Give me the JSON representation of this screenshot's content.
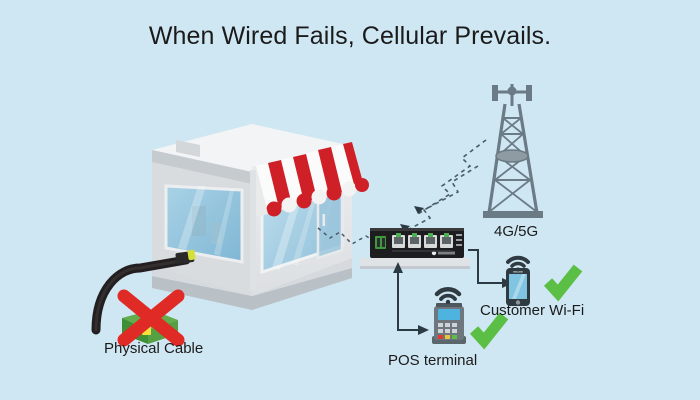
{
  "page": {
    "title": "When Wired Fails, Cellular Prevails.",
    "background_color": "#cfe7f3"
  },
  "labels": {
    "physical_cable": "Physical Cable",
    "tower": "4G/5G",
    "customer_wifi": "Customer Wi-Fi",
    "pos_terminal": "POS terminal"
  },
  "icons": {
    "storefront": "storefront-icon",
    "awning": "striped-awning-icon",
    "cell_tower": "cell-tower-icon",
    "router": "cellular-router-icon",
    "smartphone": "smartphone-icon",
    "pos_device": "pos-card-reader-icon",
    "cross_mark": "red-x-icon",
    "check_mark_wifi": "green-check-icon",
    "check_mark_pos": "green-check-icon",
    "wifi_waves_phone": "wifi-signal-icon",
    "wifi_waves_pos": "wifi-signal-icon",
    "cable": "ethernet-cable-icon",
    "cable_box": "cable-junction-box-icon",
    "signal_tower_to_router": "dashed-signal-link-icon",
    "signal_store_to_router": "dashed-signal-link-icon",
    "arrow_router_to_pos": "arrow-up-icon",
    "arrow_router_to_phone": "arrow-right-icon"
  },
  "colors": {
    "background": "#cfe7f3",
    "awning_red": "#cf2027",
    "awning_white": "#ffffff",
    "building_wall": "#e3e5e7",
    "building_shadow": "#c9ced3",
    "glass": "#a8d4e6",
    "router_body": "#1d1d1f",
    "tower_gray": "#6b7b85",
    "check_green": "#5cbf45",
    "x_red": "#e02a26",
    "cable_black": "#231f20",
    "connector_yellow": "#d4e03a",
    "text": "#1b1b1b"
  }
}
